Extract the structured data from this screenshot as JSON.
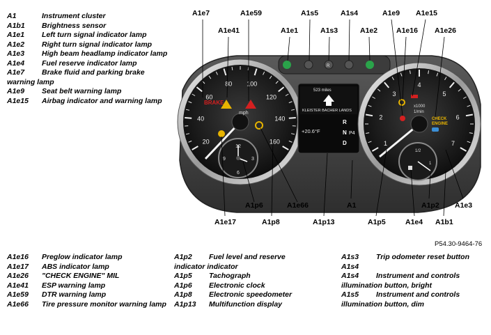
{
  "legend_top": [
    {
      "code": "A1",
      "text": "Instrument cluster"
    },
    {
      "code": "A1b1",
      "text": "Brightness sensor"
    },
    {
      "code": "A1e1",
      "text": "Left turn signal indicator lamp"
    },
    {
      "code": "A1e2",
      "text": "Right turn signal indicator lamp"
    },
    {
      "code": "A1e3",
      "text": "High beam headlamp indicator lamp"
    },
    {
      "code": "A1e4",
      "text": "Fuel reserve indicator lamp"
    },
    {
      "code": "A1e7",
      "text": "Brake fluid and parking brake warning lamp"
    },
    {
      "code": "A1e9",
      "text": "Seat belt warning lamp"
    },
    {
      "code": "A1e15",
      "text": "Airbag indicator and warning lamp"
    }
  ],
  "legend_bottom_1": [
    {
      "code": "A1e16",
      "text": "Preglow indicator lamp"
    },
    {
      "code": "A1e17",
      "text": "ABS indicator lamp"
    },
    {
      "code": "A1e26",
      "text": "\"CHECK ENGINE\" MIL"
    },
    {
      "code": "A1e41",
      "text": "ESP warning lamp"
    },
    {
      "code": "A1e59",
      "text": "DTR warning lamp"
    },
    {
      "code": "A1e66",
      "text": "Tire pressure monitor warning lamp"
    }
  ],
  "legend_bottom_2": [
    {
      "code": "A1p2",
      "text": "Fuel level and reserve indicator indicator"
    },
    {
      "code": "A1p5",
      "text": "Tachograph"
    },
    {
      "code": "A1p6",
      "text": "Electronic clock"
    },
    {
      "code": "A1p8",
      "text": "Electronic speedometer"
    },
    {
      "code": "A1p13",
      "text": "Multifunction display"
    }
  ],
  "legend_bottom_3": [
    {
      "code": "A1s3",
      "text": "Trip odometer reset button"
    },
    {
      "code": "A1s4",
      "text": ""
    },
    {
      "code": "A1s4",
      "text": "Instrument and controls illumination button, bright"
    },
    {
      "code": "A1s5",
      "text": "Instrument and controls illumination button, dim"
    }
  ],
  "callouts": {
    "a1e7": "A1e7",
    "a1e59": "A1e59",
    "a1e41": "A1e41",
    "a1e1": "A1e1",
    "a1s5": "A1s5",
    "a1s3": "A1s3",
    "a1s4": "A1s4",
    "a1e2": "A1e2",
    "a1e9": "A1e9",
    "a1e15": "A1e15",
    "a1e16": "A1e16",
    "a1e26": "A1e26",
    "a1e17": "A1e17",
    "a1p6": "A1p6",
    "a1p8": "A1p8",
    "a1e66": "A1e66",
    "a1p13": "A1p13",
    "a1": "A1",
    "a1p5": "A1p5",
    "a1e4": "A1e4",
    "a1b1": "A1b1",
    "a1p2": "A1p2",
    "a1e3": "A1e3"
  },
  "ref_code": "P54.30-9464-76",
  "speedo": {
    "ticks": [
      "20",
      "40",
      "60",
      "80",
      "100",
      "120",
      "140",
      "160"
    ],
    "unit": "mph",
    "brake_text": "BRAKE"
  },
  "clock": {
    "ticks": [
      "12",
      "3",
      "6",
      "9"
    ]
  },
  "tacho": {
    "ticks": [
      "1",
      "2",
      "3",
      "4",
      "5",
      "6",
      "7"
    ],
    "unit_line1": "x1000",
    "unit_line2": "1/min",
    "check_engine_line1": "CHECK",
    "check_engine_line2": "ENGINE"
  },
  "fuel": {
    "half": "1/2",
    "one": "1"
  },
  "display": {
    "distance": "523 miles",
    "street": "KLEISTER BACHER LANDS",
    "temp": "+20.6°F",
    "gears": [
      "R",
      "N",
      "D"
    ],
    "gear_selected": "P4"
  },
  "buttons": {
    "a1s3_label": "R"
  },
  "colors": {
    "red_lamp": "#d42020",
    "amber_lamp": "#e8b400",
    "green_lamp": "#2aa34a",
    "blue_lamp": "#3b8fd6",
    "bezel": "#2a2a2a",
    "dial_face": "#1a1a1a"
  }
}
